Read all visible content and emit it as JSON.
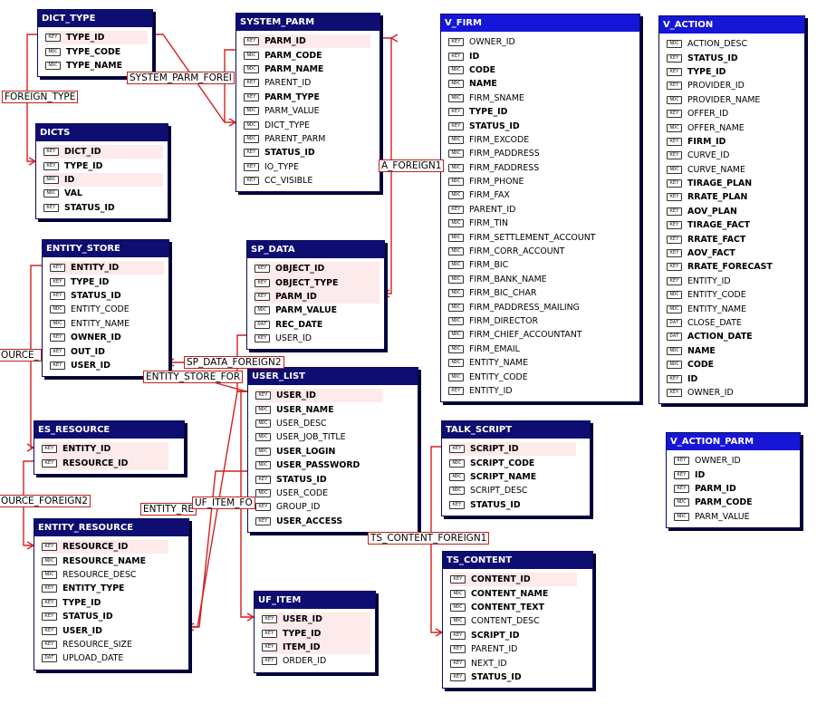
{
  "icon_types": {
    "key": "KEY",
    "num": "NDC",
    "dat": "DAT"
  },
  "colors": {
    "title_bar": "#0d0d72",
    "selected_title_bar": "#1616d8",
    "relationship": "#d42020",
    "key_highlight": "#fdeaea"
  },
  "entities": {
    "dict_type": {
      "title": "DICT_TYPE",
      "fields": [
        {
          "name": "TYPE_ID",
          "icon": "key",
          "bold": true,
          "key": true
        },
        {
          "name": "TYPE_CODE",
          "icon": "num",
          "bold": true
        },
        {
          "name": "TYPE_NAME",
          "icon": "num",
          "bold": true
        }
      ]
    },
    "dicts": {
      "title": "DICTS",
      "fields": [
        {
          "name": "DICT_ID",
          "icon": "key",
          "bold": true,
          "key": true
        },
        {
          "name": "TYPE_ID",
          "icon": "key",
          "bold": true
        },
        {
          "name": "ID",
          "icon": "num",
          "bold": true,
          "key": true
        },
        {
          "name": "VAL",
          "icon": "num",
          "bold": true
        },
        {
          "name": "STATUS_ID",
          "icon": "key",
          "bold": true
        }
      ]
    },
    "entity_store": {
      "title": "ENTITY_STORE",
      "fields": [
        {
          "name": "ENTITY_ID",
          "icon": "key",
          "bold": true,
          "key": true
        },
        {
          "name": "TYPE_ID",
          "icon": "key",
          "bold": true
        },
        {
          "name": "STATUS_ID",
          "icon": "key",
          "bold": true
        },
        {
          "name": "ENTITY_CODE",
          "icon": "num",
          "bold": false
        },
        {
          "name": "ENTITY_NAME",
          "icon": "num",
          "bold": false
        },
        {
          "name": "OWNER_ID",
          "icon": "key",
          "bold": true
        },
        {
          "name": "OUT_ID",
          "icon": "key",
          "bold": true
        },
        {
          "name": "USER_ID",
          "icon": "key",
          "bold": true
        }
      ]
    },
    "es_resource": {
      "title": "ES_RESOURCE",
      "fields": [
        {
          "name": "ENTITY_ID",
          "icon": "key",
          "bold": true,
          "key": true
        },
        {
          "name": "RESOURCE_ID",
          "icon": "key",
          "bold": true,
          "key": true
        }
      ]
    },
    "entity_resource": {
      "title": "ENTITY_RESOURCE",
      "fields": [
        {
          "name": "RESOURCE_ID",
          "icon": "key",
          "bold": true,
          "key": true
        },
        {
          "name": "RESOURCE_NAME",
          "icon": "num",
          "bold": true
        },
        {
          "name": "RESOURCE_DESC",
          "icon": "num",
          "bold": false
        },
        {
          "name": "ENTITY_TYPE",
          "icon": "key",
          "bold": true
        },
        {
          "name": "TYPE_ID",
          "icon": "key",
          "bold": true
        },
        {
          "name": "STATUS_ID",
          "icon": "key",
          "bold": true
        },
        {
          "name": "USER_ID",
          "icon": "key",
          "bold": true
        },
        {
          "name": "RESOURCE_SIZE",
          "icon": "key",
          "bold": false
        },
        {
          "name": "UPLOAD_DATE",
          "icon": "dat",
          "bold": false
        }
      ]
    },
    "system_parm": {
      "title": "SYSTEM_PARM",
      "fields": [
        {
          "name": "PARM_ID",
          "icon": "key",
          "bold": true,
          "key": true
        },
        {
          "name": "PARM_CODE",
          "icon": "num",
          "bold": true
        },
        {
          "name": "PARM_NAME",
          "icon": "num",
          "bold": true
        },
        {
          "name": "PARENT_ID",
          "icon": "key",
          "bold": false
        },
        {
          "name": "PARM_TYPE",
          "icon": "key",
          "bold": true
        },
        {
          "name": "PARM_VALUE",
          "icon": "num",
          "bold": false
        },
        {
          "name": "DICT_TYPE",
          "icon": "num",
          "bold": false
        },
        {
          "name": "PARENT_PARM",
          "icon": "num",
          "bold": false
        },
        {
          "name": "STATUS_ID",
          "icon": "key",
          "bold": true
        },
        {
          "name": "IO_TYPE",
          "icon": "key",
          "bold": false
        },
        {
          "name": "CC_VISIBLE",
          "icon": "key",
          "bold": false
        }
      ]
    },
    "sp_data": {
      "title": "SP_DATA",
      "fields": [
        {
          "name": "OBJECT_ID",
          "icon": "key",
          "bold": true,
          "key": true
        },
        {
          "name": "OBJECT_TYPE",
          "icon": "key",
          "bold": true,
          "key": true
        },
        {
          "name": "PARM_ID",
          "icon": "key",
          "bold": true,
          "key": true
        },
        {
          "name": "PARM_VALUE",
          "icon": "num",
          "bold": true
        },
        {
          "name": "REC_DATE",
          "icon": "dat",
          "bold": true
        },
        {
          "name": "USER_ID",
          "icon": "key",
          "bold": false
        }
      ]
    },
    "user_list": {
      "title": "USER_LIST",
      "fields": [
        {
          "name": "USER_ID",
          "icon": "key",
          "bold": true,
          "key": true
        },
        {
          "name": "USER_NAME",
          "icon": "num",
          "bold": true
        },
        {
          "name": "USER_DESC",
          "icon": "num",
          "bold": false
        },
        {
          "name": "USER_JOB_TITLE",
          "icon": "num",
          "bold": false
        },
        {
          "name": "USER_LOGIN",
          "icon": "num",
          "bold": true
        },
        {
          "name": "USER_PASSWORD",
          "icon": "num",
          "bold": true
        },
        {
          "name": "STATUS_ID",
          "icon": "key",
          "bold": true
        },
        {
          "name": "USER_CODE",
          "icon": "num",
          "bold": false
        },
        {
          "name": "GROUP_ID",
          "icon": "key",
          "bold": false
        },
        {
          "name": "USER_ACCESS",
          "icon": "key",
          "bold": true
        }
      ]
    },
    "uf_item": {
      "title": "UF_ITEM",
      "fields": [
        {
          "name": "USER_ID",
          "icon": "key",
          "bold": true,
          "key": true
        },
        {
          "name": "TYPE_ID",
          "icon": "key",
          "bold": true,
          "key": true
        },
        {
          "name": "ITEM_ID",
          "icon": "key",
          "bold": true,
          "key": true
        },
        {
          "name": "ORDER_ID",
          "icon": "key",
          "bold": false
        }
      ]
    },
    "v_firm": {
      "title": "V_FIRM",
      "fields": [
        {
          "name": "OWNER_ID",
          "icon": "key",
          "bold": false
        },
        {
          "name": "ID",
          "icon": "key",
          "bold": true
        },
        {
          "name": "CODE",
          "icon": "num",
          "bold": true
        },
        {
          "name": "NAME",
          "icon": "num",
          "bold": true
        },
        {
          "name": "FIRM_SNAME",
          "icon": "num",
          "bold": false
        },
        {
          "name": "TYPE_ID",
          "icon": "key",
          "bold": true
        },
        {
          "name": "STATUS_ID",
          "icon": "key",
          "bold": true
        },
        {
          "name": "FIRM_EXCODE",
          "icon": "num",
          "bold": false
        },
        {
          "name": "FIRM_PADDRESS",
          "icon": "num",
          "bold": false
        },
        {
          "name": "FIRM_FADDRESS",
          "icon": "num",
          "bold": false
        },
        {
          "name": "FIRM_PHONE",
          "icon": "num",
          "bold": false
        },
        {
          "name": "FIRM_FAX",
          "icon": "num",
          "bold": false
        },
        {
          "name": "PARENT_ID",
          "icon": "key",
          "bold": false
        },
        {
          "name": "FIRM_TIN",
          "icon": "num",
          "bold": false
        },
        {
          "name": "FIRM_SETTLEMENT_ACCOUNT",
          "icon": "num",
          "bold": false
        },
        {
          "name": "FIRM_CORR_ACCOUNT",
          "icon": "num",
          "bold": false
        },
        {
          "name": "FIRM_BIC",
          "icon": "num",
          "bold": false
        },
        {
          "name": "FIRM_BANK_NAME",
          "icon": "num",
          "bold": false
        },
        {
          "name": "FIRM_BIC_CHAR",
          "icon": "num",
          "bold": false
        },
        {
          "name": "FIRM_PADDRESS_MAILING",
          "icon": "num",
          "bold": false
        },
        {
          "name": "FIRM_DIRECTOR",
          "icon": "num",
          "bold": false
        },
        {
          "name": "FIRM_CHIEF_ACCOUNTANT",
          "icon": "num",
          "bold": false
        },
        {
          "name": "FIRM_EMAIL",
          "icon": "num",
          "bold": false
        },
        {
          "name": "ENTITY_NAME",
          "icon": "num",
          "bold": false
        },
        {
          "name": "ENTITY_CODE",
          "icon": "num",
          "bold": false
        },
        {
          "name": "ENTITY_ID",
          "icon": "key",
          "bold": false
        }
      ]
    },
    "v_action": {
      "title": "V_ACTION",
      "fields": [
        {
          "name": "ACTION_DESC",
          "icon": "num",
          "bold": false
        },
        {
          "name": "STATUS_ID",
          "icon": "key",
          "bold": true
        },
        {
          "name": "TYPE_ID",
          "icon": "key",
          "bold": true
        },
        {
          "name": "PROVIDER_ID",
          "icon": "key",
          "bold": false
        },
        {
          "name": "PROVIDER_NAME",
          "icon": "num",
          "bold": false
        },
        {
          "name": "OFFER_ID",
          "icon": "key",
          "bold": false
        },
        {
          "name": "OFFER_NAME",
          "icon": "num",
          "bold": false
        },
        {
          "name": "FIRM_ID",
          "icon": "key",
          "bold": true
        },
        {
          "name": "CURVE_ID",
          "icon": "key",
          "bold": false
        },
        {
          "name": "CURVE_NAME",
          "icon": "num",
          "bold": false
        },
        {
          "name": "TIRAGE_PLAN",
          "icon": "key",
          "bold": true
        },
        {
          "name": "RRATE_PLAN",
          "icon": "key",
          "bold": true
        },
        {
          "name": "AOV_PLAN",
          "icon": "key",
          "bold": true
        },
        {
          "name": "TIRAGE_FACT",
          "icon": "key",
          "bold": true
        },
        {
          "name": "RRATE_FACT",
          "icon": "key",
          "bold": true
        },
        {
          "name": "AOV_FACT",
          "icon": "key",
          "bold": true
        },
        {
          "name": "RRATE_FORECAST",
          "icon": "key",
          "bold": true
        },
        {
          "name": "ENTITY_ID",
          "icon": "key",
          "bold": false
        },
        {
          "name": "ENTITY_CODE",
          "icon": "num",
          "bold": false
        },
        {
          "name": "ENTITY_NAME",
          "icon": "num",
          "bold": false
        },
        {
          "name": "CLOSE_DATE",
          "icon": "dat",
          "bold": false
        },
        {
          "name": "ACTION_DATE",
          "icon": "dat",
          "bold": true
        },
        {
          "name": "NAME",
          "icon": "num",
          "bold": true
        },
        {
          "name": "CODE",
          "icon": "num",
          "bold": true
        },
        {
          "name": "ID",
          "icon": "key",
          "bold": true
        },
        {
          "name": "OWNER_ID",
          "icon": "key",
          "bold": false
        }
      ]
    },
    "v_action_parm": {
      "title": "V_ACTION_PARM",
      "fields": [
        {
          "name": "OWNER_ID",
          "icon": "key",
          "bold": false
        },
        {
          "name": "ID",
          "icon": "key",
          "bold": true
        },
        {
          "name": "PARM_ID",
          "icon": "key",
          "bold": true
        },
        {
          "name": "PARM_CODE",
          "icon": "num",
          "bold": true
        },
        {
          "name": "PARM_VALUE",
          "icon": "num",
          "bold": false
        }
      ]
    },
    "talk_script": {
      "title": "TALK_SCRIPT",
      "fields": [
        {
          "name": "SCRIPT_ID",
          "icon": "key",
          "bold": true,
          "key": true
        },
        {
          "name": "SCRIPT_CODE",
          "icon": "num",
          "bold": true
        },
        {
          "name": "SCRIPT_NAME",
          "icon": "num",
          "bold": true
        },
        {
          "name": "SCRIPT_DESC",
          "icon": "num",
          "bold": false
        },
        {
          "name": "STATUS_ID",
          "icon": "key",
          "bold": true
        }
      ]
    },
    "ts_content": {
      "title": "TS_CONTENT",
      "fields": [
        {
          "name": "CONTENT_ID",
          "icon": "key",
          "bold": true,
          "key": true
        },
        {
          "name": "CONTENT_NAME",
          "icon": "num",
          "bold": true
        },
        {
          "name": "CONTENT_TEXT",
          "icon": "num",
          "bold": true
        },
        {
          "name": "CONTENT_DESC",
          "icon": "num",
          "bold": false
        },
        {
          "name": "SCRIPT_ID",
          "icon": "key",
          "bold": true
        },
        {
          "name": "PARENT_ID",
          "icon": "key",
          "bold": false
        },
        {
          "name": "NEXT_ID",
          "icon": "key",
          "bold": false
        },
        {
          "name": "STATUS_ID",
          "icon": "key",
          "bold": true
        }
      ]
    }
  },
  "relationship_labels": {
    "foreign_type": "FOREIGN_TYPE",
    "system_parm_foreign": "SYSTEM_PARM_FOREI",
    "a_foreign1": "A_FOREIGN1",
    "ource_left": "OURCE_",
    "sp_data_foreign2": "SP_DATA_FOREIGN2",
    "entity_store_for": "ENTITY_STORE_FOR",
    "urce_foreign2": "OURCE_FOREIGN2",
    "entity_re": "ENTITY_RE",
    "uf_item_fo": "UF_ITEM_FO",
    "ts_content_foreign1": "TS_CONTENT_FOREIGN1"
  }
}
